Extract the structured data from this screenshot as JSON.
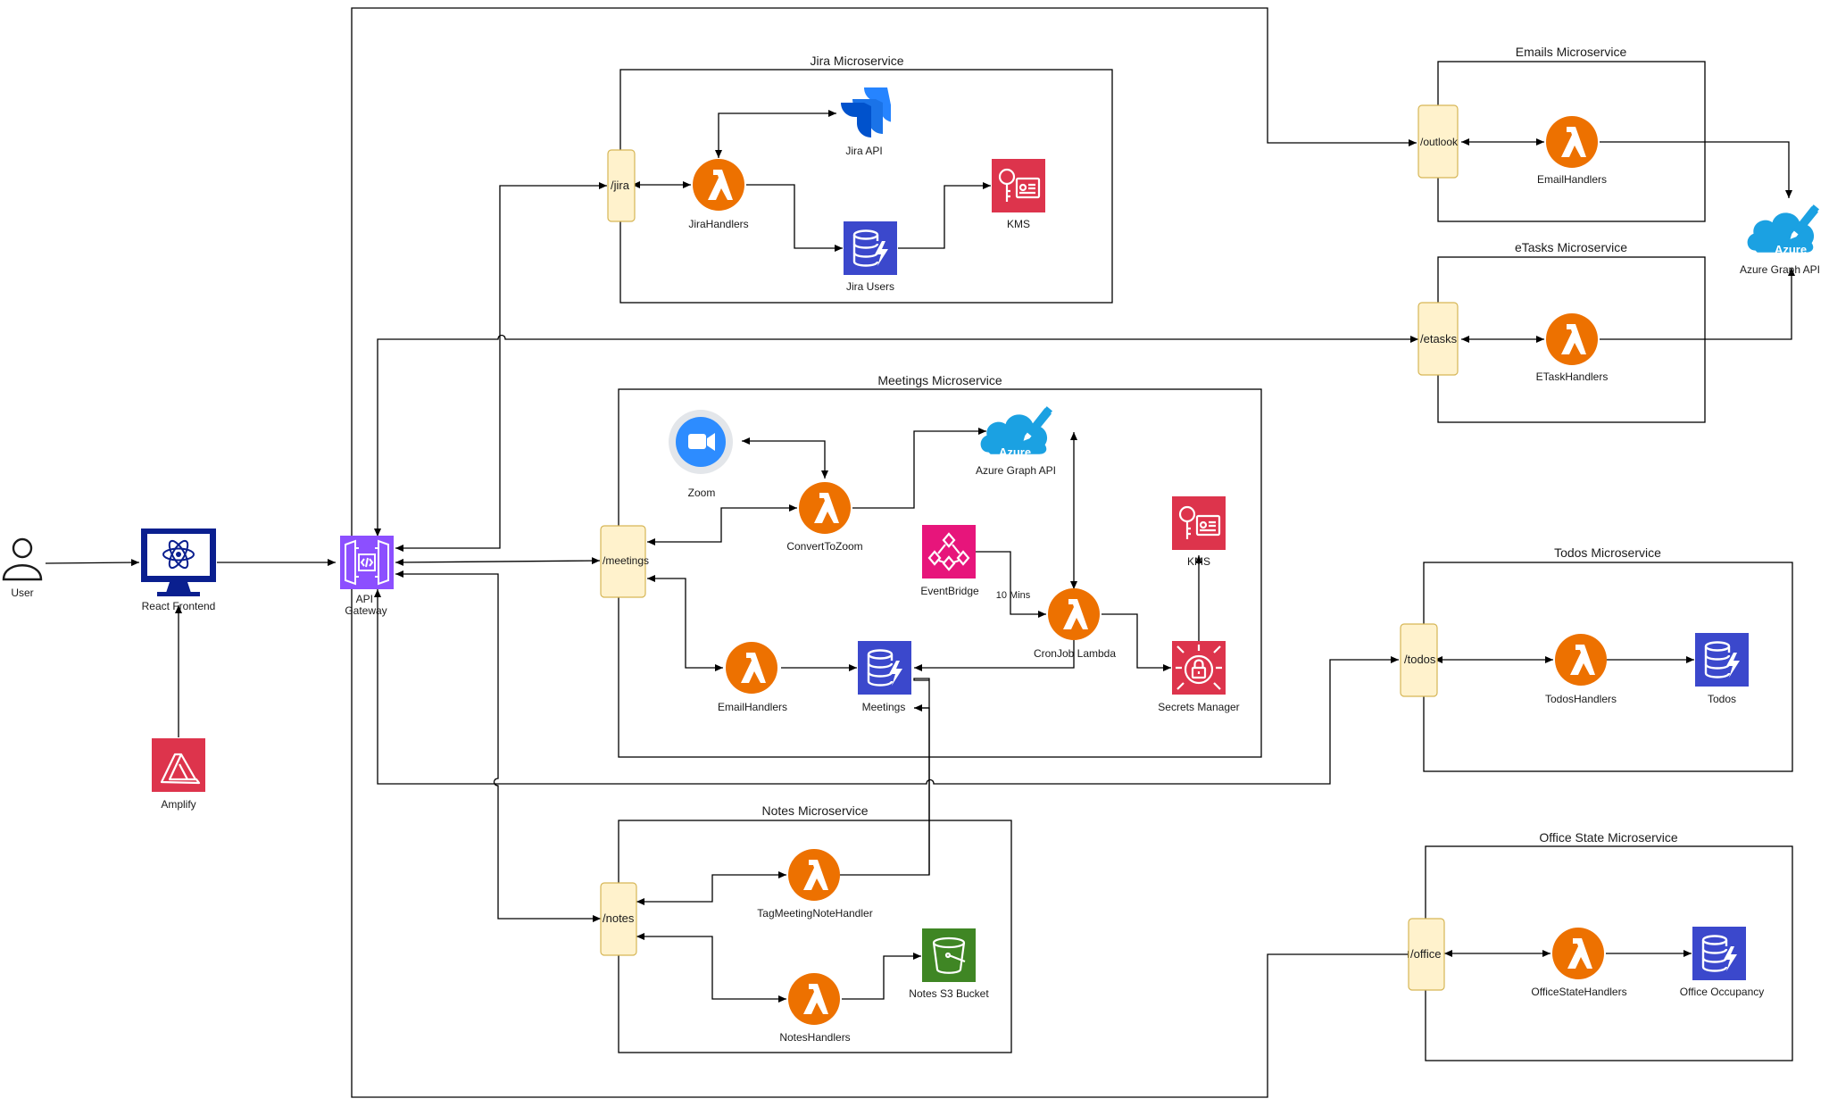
{
  "actors": {
    "user": "User",
    "react_frontend": "React Frontend",
    "amplify": "Amplify",
    "api_gateway": "API\nGateway"
  },
  "microservices": {
    "jira": {
      "title": "Jira Microservice",
      "route": "/jira",
      "handler": "JiraHandlers",
      "api": "Jira API",
      "table": "Jira Users",
      "kms": "KMS"
    },
    "emails": {
      "title": "Emails Microservice",
      "route": "/outlook",
      "handler": "EmailHandlers"
    },
    "etasks": {
      "title": "eTasks Microservice",
      "route": "/etasks",
      "handler": "ETaskHandlers"
    },
    "meetings": {
      "title": "Meetings Microservice",
      "route": "/meetings",
      "zoom": "Zoom",
      "convert": "ConvertToZoom",
      "azure": "Azure Graph API",
      "eventbridge": "EventBridge",
      "interval": "10 Mins",
      "cron": "CronJob Lambda",
      "kms": "KMS",
      "secrets": "Secrets Manager",
      "email_handlers": "EmailHandlers",
      "table": "Meetings"
    },
    "todos": {
      "title": "Todos Microservice",
      "route": "/todos",
      "handler": "TodosHandlers",
      "table": "Todos"
    },
    "notes": {
      "title": "Notes Microservice",
      "route": "/notes",
      "tag_handler": "TagMeetingNoteHandler",
      "handler": "NotesHandlers",
      "bucket": "Notes S3 Bucket"
    },
    "office": {
      "title": "Office State Microservice",
      "route": "/office",
      "handler": "OfficeStateHandlers",
      "table": "Office Occupancy"
    }
  },
  "external": {
    "azure_graph_api": "Azure Graph API",
    "azure_badge": "Azure"
  },
  "colors": {
    "lambda_orange": "#ed7100",
    "dynamodb_blue": "#3b48cc",
    "security_red": "#dd344c",
    "eventbridge_pink": "#e7157b",
    "api_gateway_purple": "#8c4fff",
    "s3_green": "#3f8624",
    "azure_blue": "#1ba1e2",
    "react_navy": "#0a1f8f",
    "route_fill": "#fff2cc",
    "route_stroke": "#d6b656"
  }
}
